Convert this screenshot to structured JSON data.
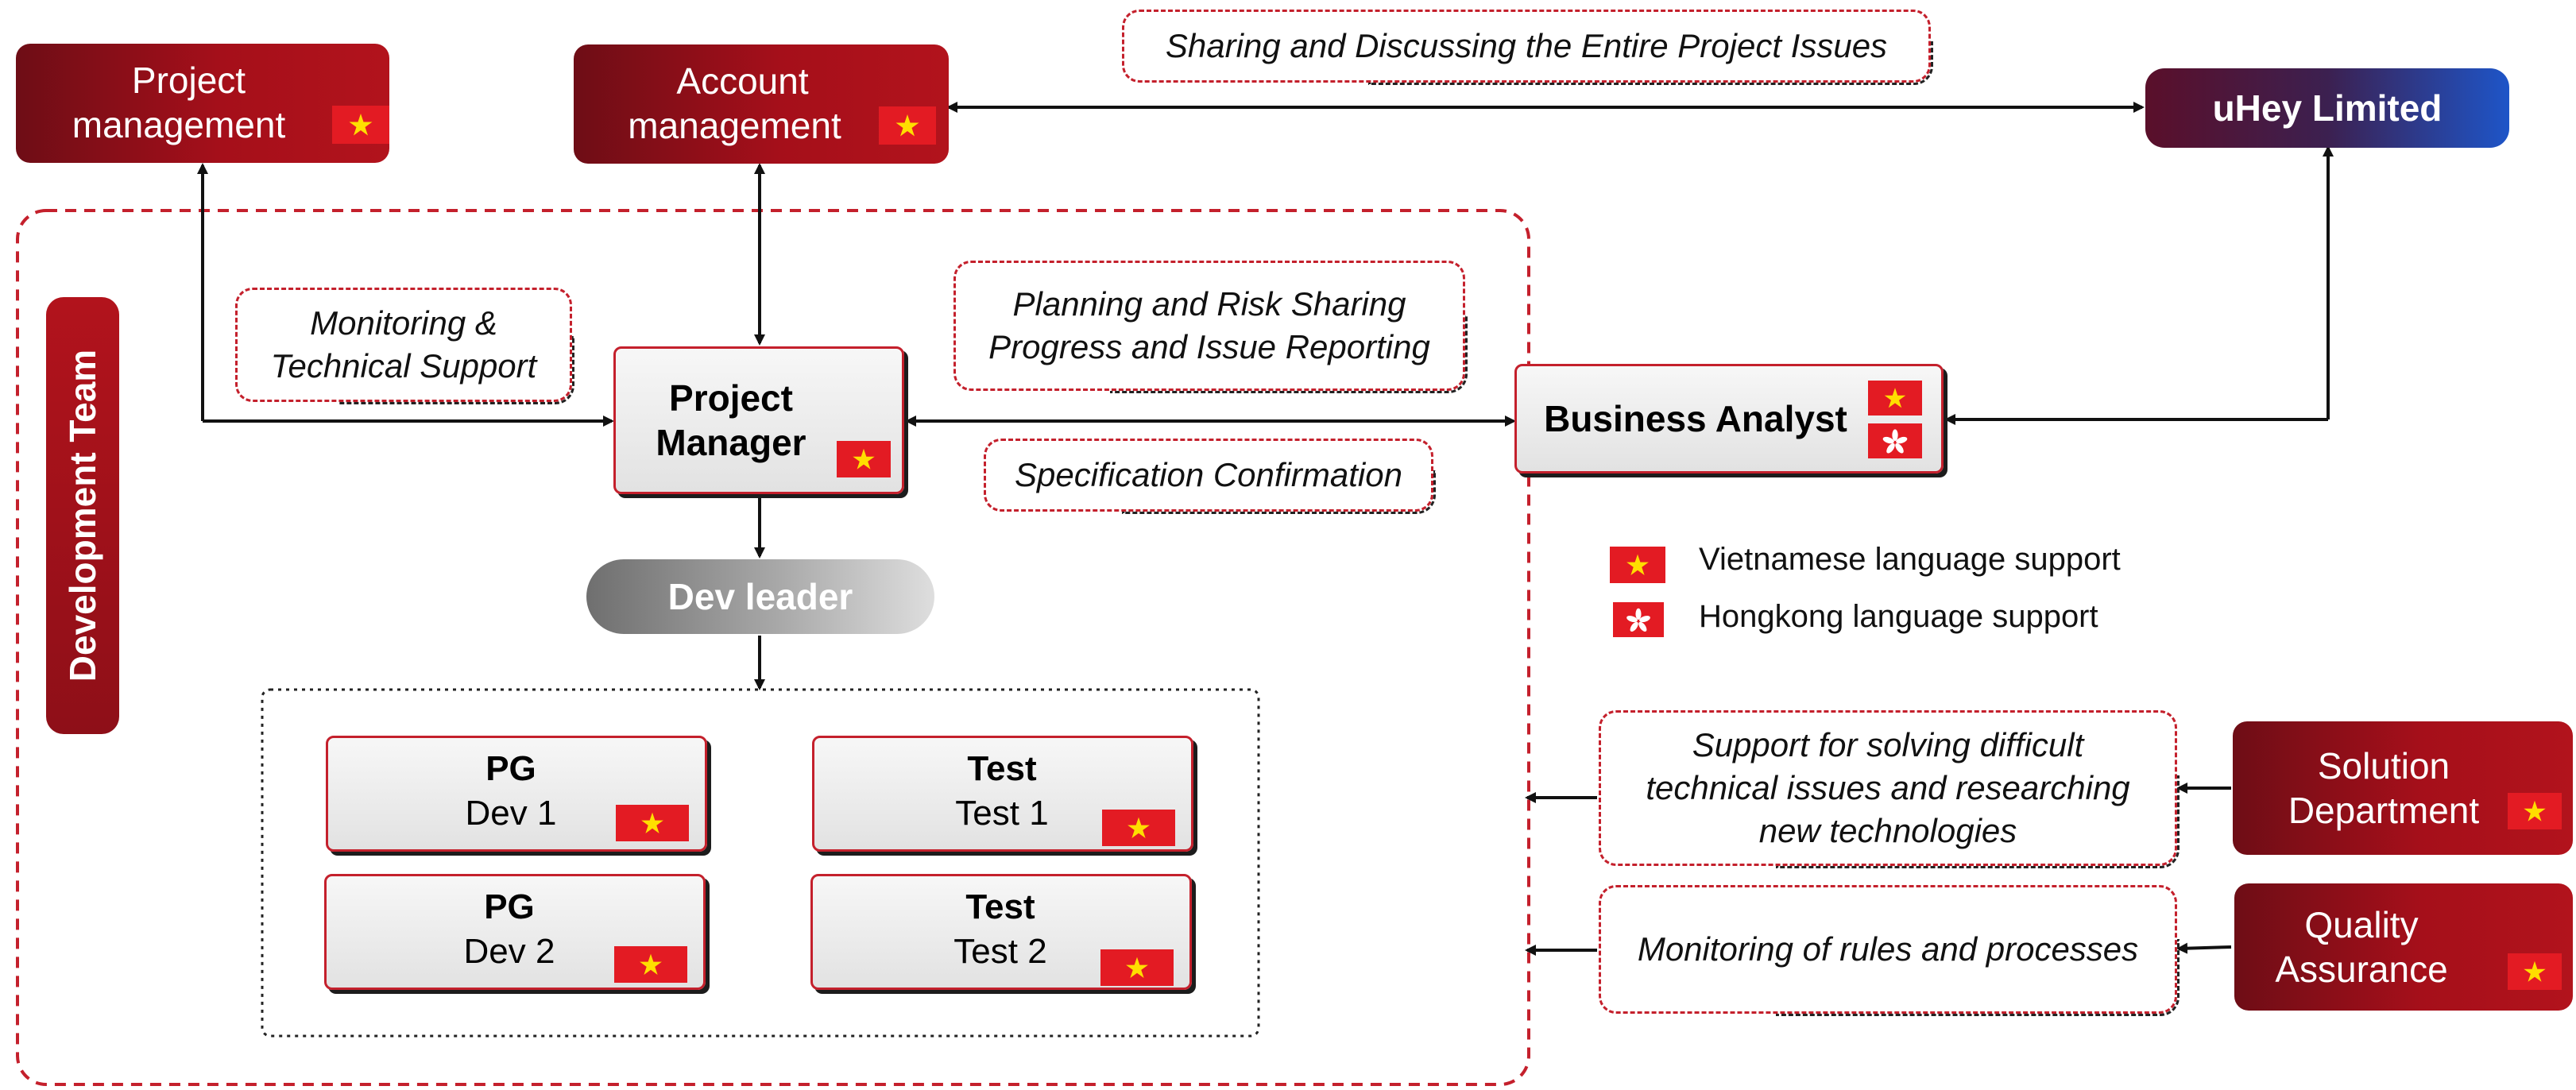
{
  "top_boxes": {
    "project_management": [
      "Project",
      "management"
    ],
    "account_management": [
      "Account",
      "management"
    ],
    "uhey": "uHey Limited"
  },
  "notes": {
    "sharing": "Sharing and Discussing the Entire Project Issues",
    "monitoring": [
      "Monitoring &",
      "Technical Support"
    ],
    "planning": [
      "Planning and Risk Sharing",
      "Progress and Issue Reporting"
    ],
    "specification": "Specification Confirmation",
    "support": [
      "Support for solving difficult",
      "technical issues and researching",
      "new technologies"
    ],
    "rules": "Monitoring of rules and processes"
  },
  "dev_team_label": "Development Team",
  "project_manager": [
    "Project",
    "Manager"
  ],
  "business_analyst": "Business Analyst",
  "dev_leader": "Dev leader",
  "members": [
    {
      "role": "PG",
      "name": "Dev 1"
    },
    {
      "role": "Test",
      "name": "Test 1"
    },
    {
      "role": "PG",
      "name": "Dev 2"
    },
    {
      "role": "Test",
      "name": "Test 2"
    }
  ],
  "legend": {
    "vietnamese": "Vietnamese language support",
    "hongkong": "Hongkong language support"
  },
  "right_boxes": {
    "solution": [
      "Solution",
      "Department"
    ],
    "qa": [
      "Quality",
      "Assurance"
    ]
  },
  "colors": {
    "dark_red": "#8e0f18",
    "flag_red": "#e31b23",
    "flag_star": "#ffde00",
    "uhey_start": "#5a0f2a",
    "uhey_end": "#1e55c8"
  }
}
